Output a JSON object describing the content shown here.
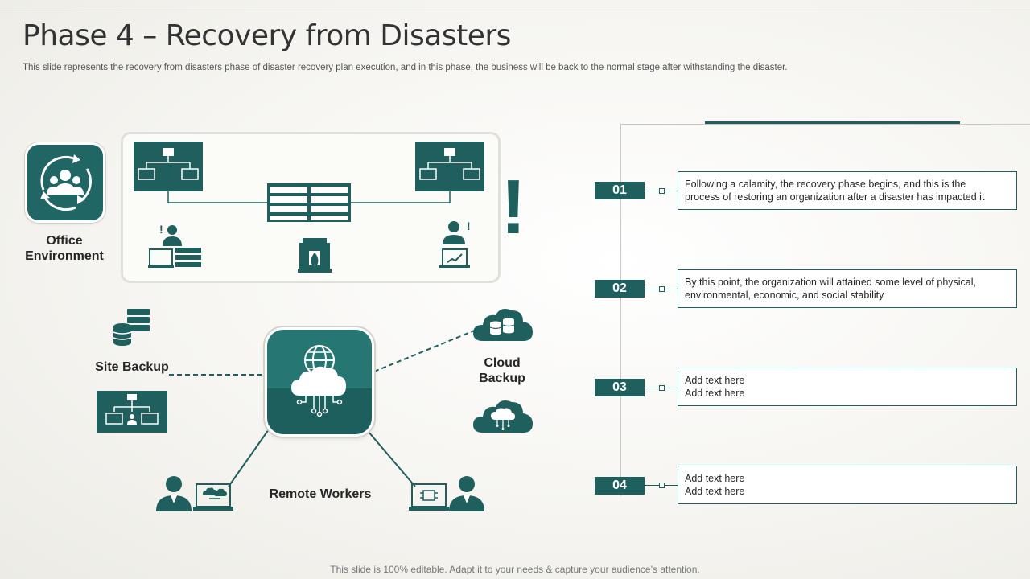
{
  "header": {
    "title": "Phase 4 – Recovery from Disasters",
    "subtitle": "This slide represents the recovery from disasters phase of disaster recovery plan execution, and in this phase, the business will be back to the normal stage after withstanding the disaster."
  },
  "diagram": {
    "office_label_line1": "Office",
    "office_label_line2": "Environment",
    "site_backup_label": "Site Backup",
    "cloud_backup_line1": "Cloud",
    "cloud_backup_line2": "Backup",
    "remote_workers_label": "Remote Workers",
    "alert_glyph": "!"
  },
  "steps": [
    {
      "number": "01",
      "lines": [
        "Following a calamity, the recovery  phase begins, and this is the",
        "process of restoring an organization  after a disaster has impacted it"
      ]
    },
    {
      "number": "02",
      "lines": [
        "By this point, the organization will attained some level of physical,",
        "environmental,  economic, and social stability"
      ]
    },
    {
      "number": "03",
      "lines": [
        "Add text here",
        "Add text here"
      ]
    },
    {
      "number": "04",
      "lines": [
        "Add text here",
        "Add text here"
      ]
    }
  ],
  "footer": {
    "text": "This slide is 100% editable. Adapt it to your needs & capture your audience’s attention."
  },
  "colors": {
    "accent": "#1f5f5d",
    "accent_light": "#267674",
    "background": "#f6f5f1"
  },
  "icons": [
    "people-cycle-icon",
    "network-monitor-icon",
    "server-rack-icon",
    "fireplace-icon",
    "alert-person-icon",
    "database-icon",
    "cloud-network-icon",
    "cloud-database-icon",
    "remote-worker-icon"
  ]
}
